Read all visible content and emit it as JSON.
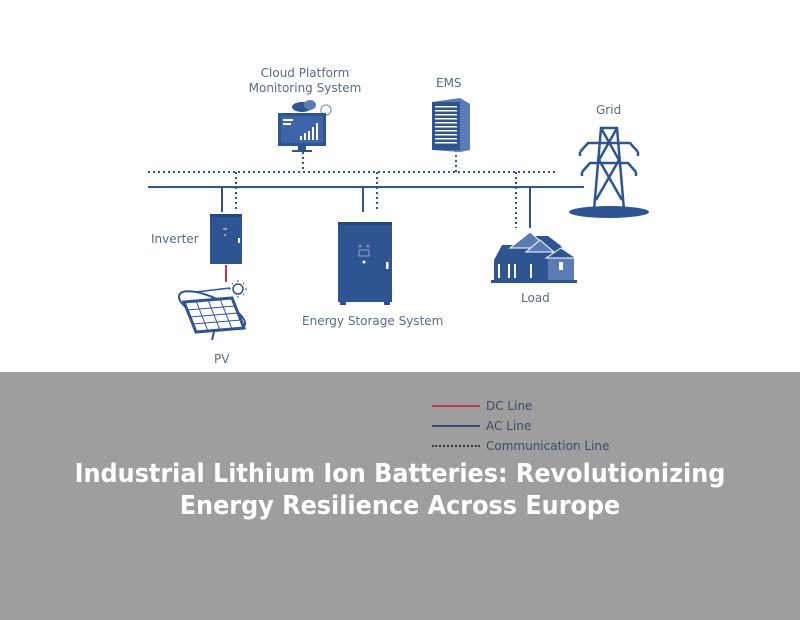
{
  "diagram": {
    "nodes": {
      "cloud": {
        "label_line1": "Cloud Platform",
        "label_line2": "Monitoring System",
        "icon": "monitor-chart-icon"
      },
      "ems": {
        "label": "EMS",
        "icon": "server-icon"
      },
      "grid": {
        "label": "Grid",
        "icon": "transmission-tower-icon"
      },
      "inverter": {
        "label": "Inverter",
        "icon": "inverter-cabinet-icon"
      },
      "ess": {
        "label": "Energy Storage System",
        "icon": "battery-cabinet-icon"
      },
      "load": {
        "label": "Load",
        "icon": "house-icon"
      },
      "pv": {
        "label": "PV",
        "icon": "solar-panel-icon"
      }
    },
    "colors": {
      "primary_blue": "#2e5592",
      "dc_line": "#c0394b",
      "ac_line": "#2e5592",
      "label_text": "#5a6b85"
    }
  },
  "legend": {
    "items": [
      {
        "label": "DC Line",
        "color": "#b8404e",
        "style": "solid"
      },
      {
        "label": "AC Line",
        "color": "#2f4e84",
        "style": "solid"
      },
      {
        "label": "Communication Line",
        "color": "#3a3a3a",
        "style": "dotted"
      }
    ]
  },
  "banner": {
    "background": "#9e9e9e",
    "title_line1": "Industrial Lithium Ion Batteries: Revolutionizing",
    "title_line2": "Energy Resilience Across Europe"
  }
}
